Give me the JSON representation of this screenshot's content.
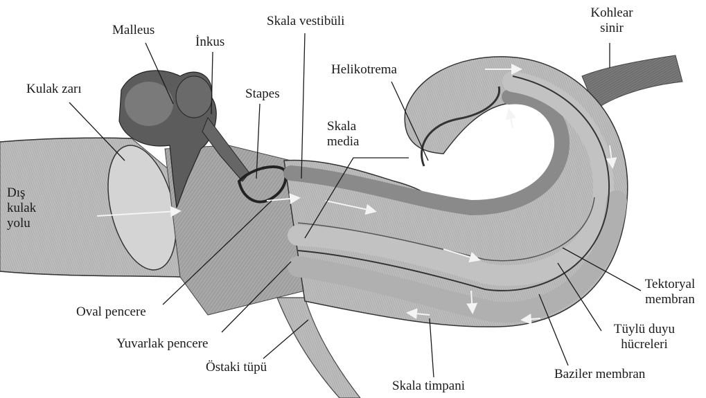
{
  "labels": {
    "malleus": "Malleus",
    "inkus": "İnkus",
    "skala_vestibuli": "Skala vestibüli",
    "kohlear_sinir": "Kohlear\nsinir",
    "kulak_zari": "Kulak zarı",
    "stapes": "Stapes",
    "helikotrema": "Helikotrema",
    "skala_media": "Skala\nmedia",
    "dis_kulak_yolu": "Dış\nkulak\nyolu",
    "oval_pencere": "Oval pencere",
    "yuvarlak_pencere": "Yuvarlak pencere",
    "ostaki_tupu": "Östaki tüpü",
    "skala_timpani": "Skala timpani",
    "baziler_membran": "Baziler membran",
    "tuylu_duyu_hucreleri": "Tüylü duyu\nhücreleri",
    "tektoryal_membran": "Tektoryal\nmembran"
  },
  "colors": {
    "ink": "#1a1a1a",
    "tissue_dark": "#6d6d6d",
    "tissue_mid": "#9a9a9a",
    "tissue_light": "#c9c9c9",
    "canal": "#b3b3b3",
    "flow_arrow": "#f4f4f4"
  }
}
